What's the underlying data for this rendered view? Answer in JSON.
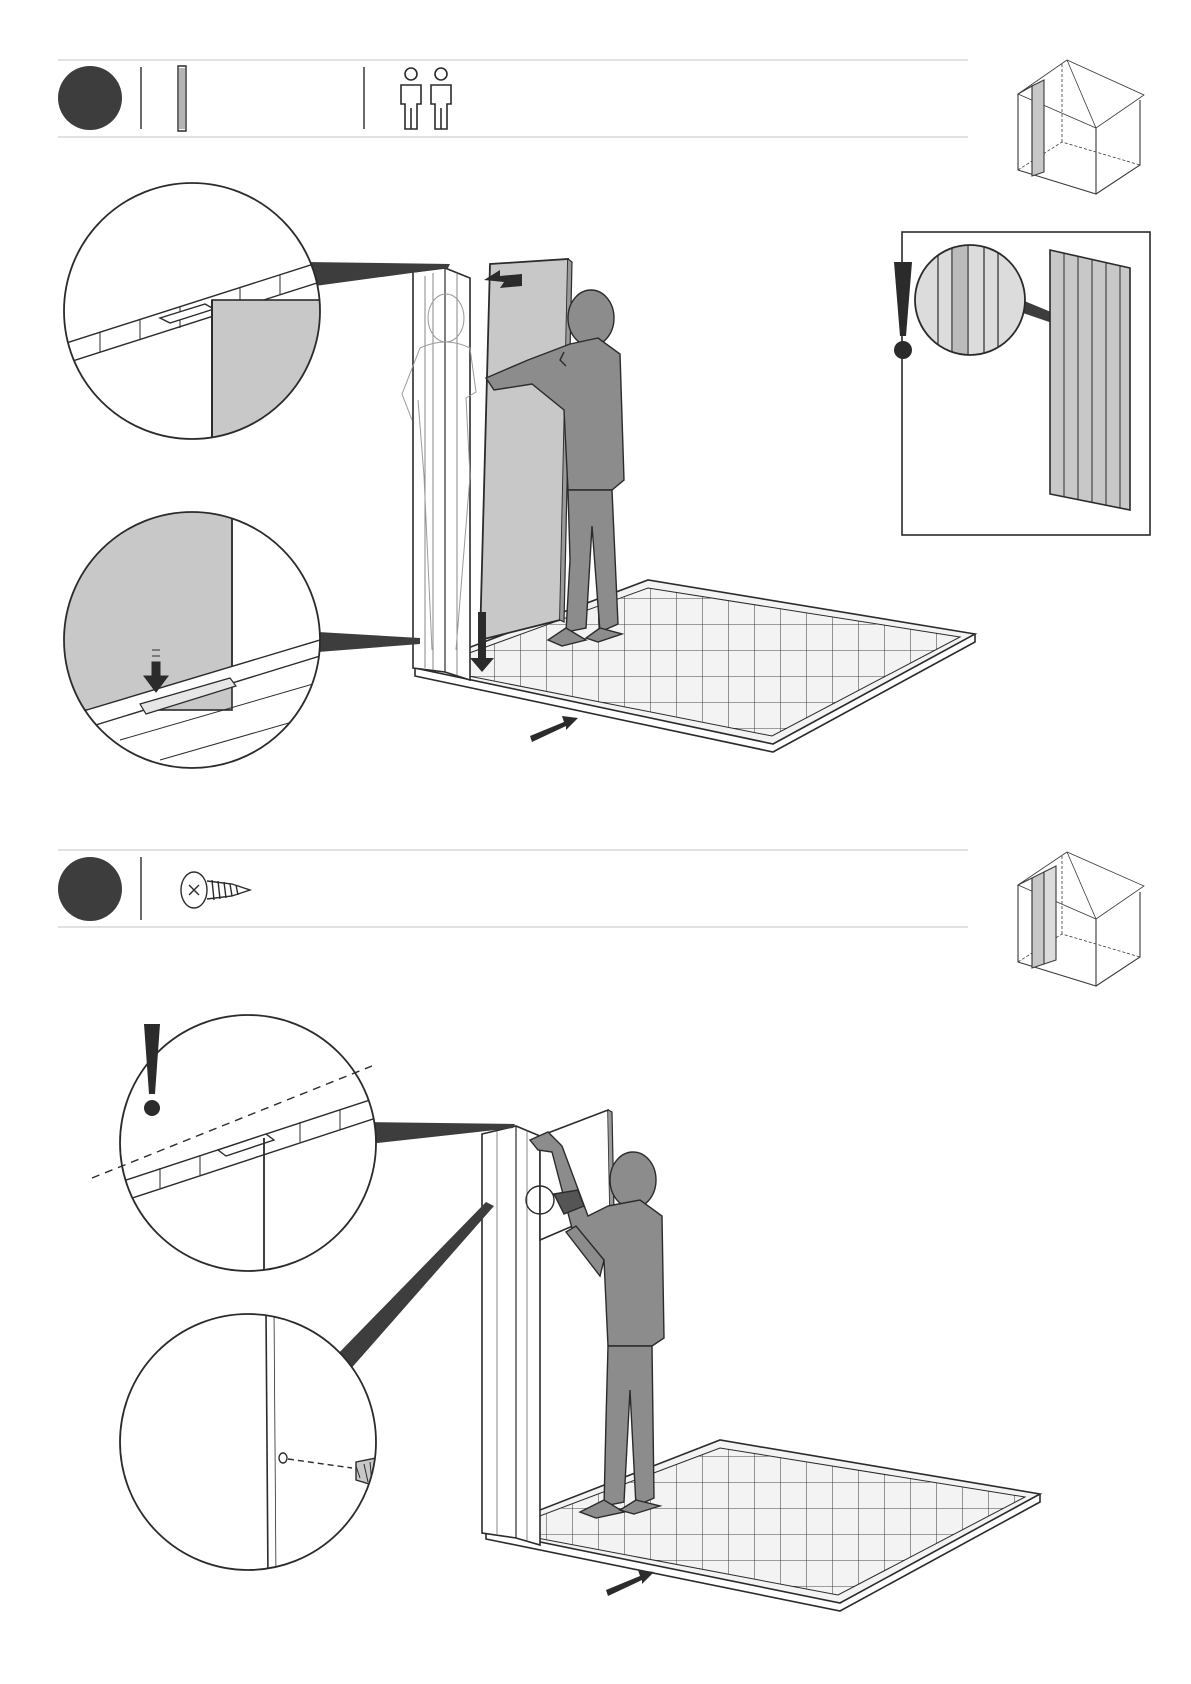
{
  "document": {
    "type": "assembly-instructions",
    "colors": {
      "ink": "#2b2b2b",
      "step_circle": "#3d3d3d",
      "panel_fill": "#c8c8c8",
      "person_fill": "#8c8c8c",
      "rule": "#cfcfcf"
    }
  },
  "steps": [
    {
      "number": "",
      "parts": [
        {
          "icon": "wall-panel-icon",
          "quantity": ""
        },
        {
          "icon": "two-people-icon",
          "quantity": ""
        }
      ],
      "callouts": [
        "top-joint-detail",
        "bottom-joint-detail",
        "panel-orientation-warning"
      ]
    },
    {
      "number": "",
      "parts": [
        {
          "icon": "screw-icon",
          "quantity": ""
        }
      ],
      "callouts": [
        "top-alignment-warning",
        "screw-insertion-detail"
      ]
    }
  ]
}
